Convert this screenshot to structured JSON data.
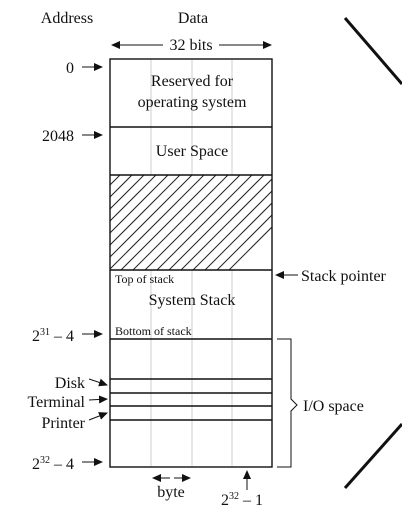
{
  "headers": {
    "address": "Address",
    "data": "Data",
    "width": "32 bits"
  },
  "addresses": {
    "zero": "0",
    "user": "2048",
    "bottom_base": "2",
    "bottom_exp": "31",
    "bottom_suffix": " – 4",
    "top_base": "2",
    "top_exp": "32",
    "top_suffix": " – 4"
  },
  "regions": {
    "reserved_line1": "Reserved for",
    "reserved_line2": "operating system",
    "user_space": "User Space",
    "top_of_stack": "Top of stack",
    "system_stack": "System Stack",
    "bottom_of_stack": "Bottom of stack"
  },
  "labels": {
    "stack_pointer": "Stack pointer",
    "disk": "Disk",
    "terminal": "Terminal",
    "printer": "Printer",
    "io_space": "I/O space",
    "byte": "byte",
    "last_base": "2",
    "last_exp": "32",
    "last_suffix": " – 1"
  }
}
